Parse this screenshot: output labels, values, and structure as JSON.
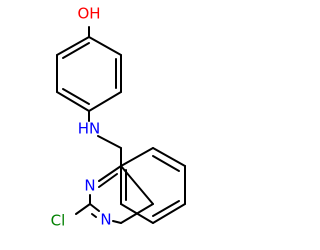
{
  "colors": {
    "background": "#ffffff",
    "bond": "#000000",
    "O": "#ff0000",
    "N": "#0000ff",
    "Cl": "#008000"
  },
  "atoms": {
    "hydroxyl": "OH",
    "amine": "HN",
    "ring_n_upper": "N",
    "ring_n_lower": "N",
    "chlorine": "Cl"
  }
}
